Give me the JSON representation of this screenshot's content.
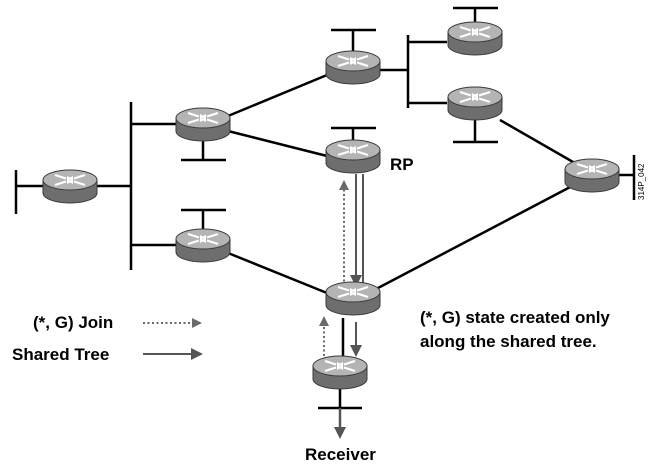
{
  "diagram": {
    "rp_label": "RP",
    "receiver_label": "Receiver",
    "note_line1": "(*, G) state created only",
    "note_line2": "along the shared tree.",
    "figure_id": "314P_042"
  },
  "legend": {
    "join_label": "(*, G) Join",
    "shared_tree_label": "Shared Tree"
  },
  "colors": {
    "link": "#000000",
    "join_arrow": "#7a7a7a",
    "shared_arrow": "#555555",
    "router_top": "#b4b4b4",
    "router_side": "#6e6e6e",
    "router_arrow": "#ffffff"
  },
  "routers": [
    {
      "name": "router-far-left",
      "role": "router"
    },
    {
      "name": "router-upper-left",
      "role": "router"
    },
    {
      "name": "router-lower-left",
      "role": "router"
    },
    {
      "name": "router-top-center",
      "role": "router"
    },
    {
      "name": "router-rp",
      "role": "rendezvous-point"
    },
    {
      "name": "router-top-right-1",
      "role": "router"
    },
    {
      "name": "router-top-right-2",
      "role": "router"
    },
    {
      "name": "router-far-right",
      "role": "router"
    },
    {
      "name": "router-central",
      "role": "router"
    },
    {
      "name": "router-receiver",
      "role": "router"
    }
  ]
}
